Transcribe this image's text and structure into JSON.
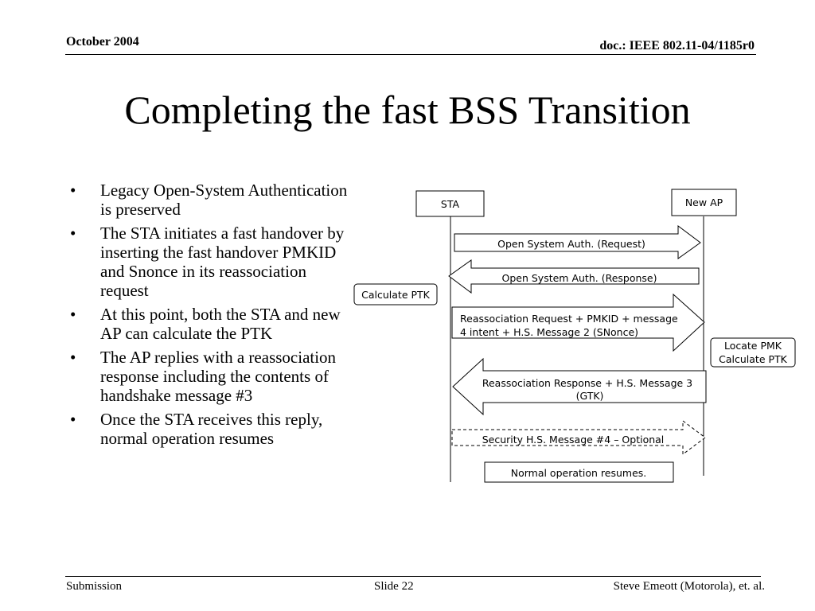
{
  "header": {
    "date": "October 2004",
    "doc_id": "doc.: IEEE 802.11-04/1185r0"
  },
  "title": "Completing the fast BSS Transition",
  "bullets": [
    "Legacy Open-System Authentication is preserved",
    "The STA initiates a fast handover by inserting the fast handover PMKID and Snonce in its reassociation request",
    "At this point, both the STA and new AP can calculate the PTK",
    "The AP replies with a reassociation response including the contents of handshake message #3",
    "Once the STA receives this reply, normal operation resumes"
  ],
  "diagram": {
    "sta_label": "STA",
    "ap_label": "New AP",
    "msg_auth_req": "Open System Auth. (Request)",
    "msg_auth_resp": "Open System Auth. (Response)",
    "calc_ptk_sta": "Calculate PTK",
    "msg_reassoc_req_1": "Reassociation Request + PMKID + message",
    "msg_reassoc_req_2": "4 intent + H.S. Message 2 (SNonce)",
    "ap_note_1": "Locate PMK",
    "ap_note_2": "Calculate PTK",
    "msg_reassoc_resp_1": "Reassociation Response + H.S. Message 3",
    "msg_reassoc_resp_2": "(GTK)",
    "msg_security": "Security H.S. Message #4 – Optional",
    "normal_op": "Normal operation resumes."
  },
  "footer": {
    "left": "Submission",
    "center": "Slide 22",
    "right": "Steve Emeott (Motorola), et. al."
  }
}
